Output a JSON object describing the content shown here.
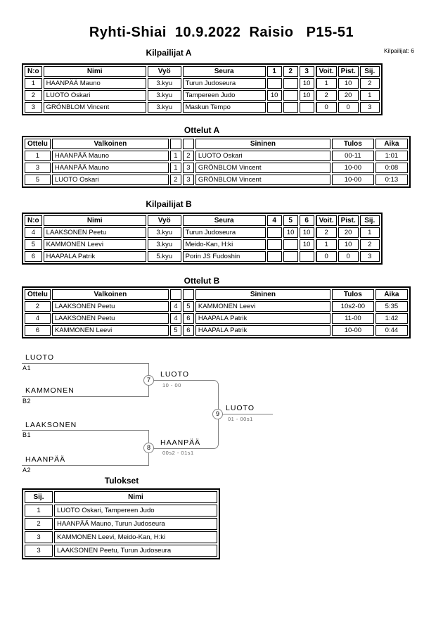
{
  "page": {
    "title": "Ryhti-Shiai  10.9.2022  Raisio   P15-51",
    "competitors_total": "Kilpailijat: 6"
  },
  "kilpailijat_a": {
    "title": "Kilpailijat A",
    "headers": [
      "N:o",
      "Nimi",
      "Vyö",
      "Seura",
      "1",
      "2",
      "3",
      "Voit.",
      "Pist.",
      "Sij."
    ],
    "rows": [
      [
        "1",
        "HAANPÄÄ Mauno",
        "3.kyu",
        "Turun Judoseura",
        "",
        "",
        "10",
        "1",
        "10",
        "2"
      ],
      [
        "2",
        "LUOTO Oskari",
        "3.kyu",
        "Tampereen Judo",
        "10",
        "",
        "10",
        "2",
        "20",
        "1"
      ],
      [
        "3",
        "GRÖNBLOM Vincent",
        "3.kyu",
        "Maskun Tempo",
        "",
        "",
        "",
        "0",
        "0",
        "3"
      ]
    ]
  },
  "ottelut_a": {
    "title": "Ottelut A",
    "headers": [
      "Ottelu",
      "Valkoinen",
      "Sininen",
      "Tulos",
      "Aika"
    ],
    "rows": [
      [
        "1",
        "HAANPÄÄ Mauno",
        "1",
        "2",
        "LUOTO Oskari",
        "00-11",
        "1:01"
      ],
      [
        "3",
        "HAANPÄÄ Mauno",
        "1",
        "3",
        "GRÖNBLOM Vincent",
        "10-00",
        "0:08"
      ],
      [
        "5",
        "LUOTO Oskari",
        "2",
        "3",
        "GRÖNBLOM Vincent",
        "10-00",
        "0:13"
      ]
    ]
  },
  "kilpailijat_b": {
    "title": "Kilpailijat B",
    "headers": [
      "N:o",
      "Nimi",
      "Vyö",
      "Seura",
      "4",
      "5",
      "6",
      "Voit.",
      "Pist.",
      "Sij."
    ],
    "rows": [
      [
        "4",
        "LAAKSONEN Peetu",
        "3.kyu",
        "Turun Judoseura",
        "",
        "10",
        "10",
        "2",
        "20",
        "1"
      ],
      [
        "5",
        "KAMMONEN Leevi",
        "3.kyu",
        "Meido-Kan, H:ki",
        "",
        "",
        "10",
        "1",
        "10",
        "2"
      ],
      [
        "6",
        "HAAPALA Patrik",
        "5.kyu",
        "Porin JS Fudoshin",
        "",
        "",
        "",
        "0",
        "0",
        "3"
      ]
    ]
  },
  "ottelut_b": {
    "title": "Ottelut B",
    "headers": [
      "Ottelu",
      "Valkoinen",
      "Sininen",
      "Tulos",
      "Aika"
    ],
    "rows": [
      [
        "2",
        "LAAKSONEN Peetu",
        "4",
        "5",
        "KAMMONEN Leevi",
        "10s2-00",
        "5:35"
      ],
      [
        "4",
        "LAAKSONEN Peetu",
        "4",
        "6",
        "HAAPALA Patrik",
        "11-00",
        "1:42"
      ],
      [
        "6",
        "KAMMONEN Leevi",
        "5",
        "6",
        "HAAPALA Patrik",
        "10-00",
        "0:44"
      ]
    ]
  },
  "bracket": {
    "line_color": "#808080",
    "slots": [
      {
        "name": "LUOTO",
        "code": "A1"
      },
      {
        "name": "KAMMONEN",
        "code": "B2"
      },
      {
        "name": "LAAKSONEN",
        "code": "B1"
      },
      {
        "name": "HAANPÄÄ",
        "code": "A2"
      }
    ],
    "matches": [
      {
        "number": "7",
        "winner": "LUOTO",
        "score": "10 - 00"
      },
      {
        "number": "8",
        "winner": "HAANPÄÄ",
        "score": "00s2 - 01s1"
      },
      {
        "number": "9",
        "winner": "LUOTO",
        "score": "01 - 00s1"
      }
    ]
  },
  "tulokset": {
    "title": "Tulokset",
    "headers": [
      "Sij.",
      "Nimi"
    ],
    "rows": [
      [
        "1",
        "LUOTO Oskari, Tampereen Judo"
      ],
      [
        "2",
        "HAANPÄÄ Mauno, Turun Judoseura"
      ],
      [
        "3",
        "KAMMONEN Leevi, Meido-Kan, H:ki"
      ],
      [
        "3",
        "LAAKSONEN Peetu, Turun Judoseura"
      ]
    ]
  }
}
